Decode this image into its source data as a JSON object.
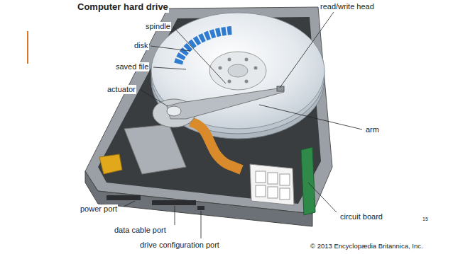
{
  "diagram": {
    "title": "Computer hard drive",
    "labels": [
      "spindle",
      "disk",
      "saved file",
      "actuator",
      "read/write head",
      "arm",
      "circuit board",
      "power port",
      "data cable port",
      "drive configuration port",
      "15",
      "© 2013 Encyclopædia Britannica, Inc."
    ]
  }
}
